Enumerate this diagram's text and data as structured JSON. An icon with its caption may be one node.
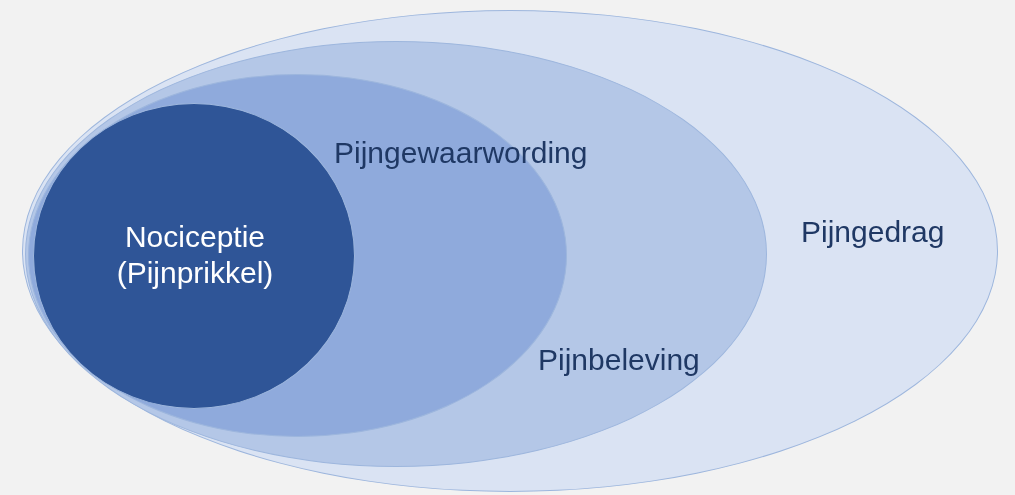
{
  "diagram": {
    "nodes": [
      {
        "text": [
          "Pijngedrag"
        ]
      },
      {
        "text": [
          "Pijnbeleving"
        ],
        "in": 0
      },
      {
        "text": [
          "Pijngewaarwording"
        ],
        "in": 1
      },
      {
        "text": [
          "Nociceptie (Pijnprikkel)"
        ],
        "in": 2
      }
    ]
  }
}
